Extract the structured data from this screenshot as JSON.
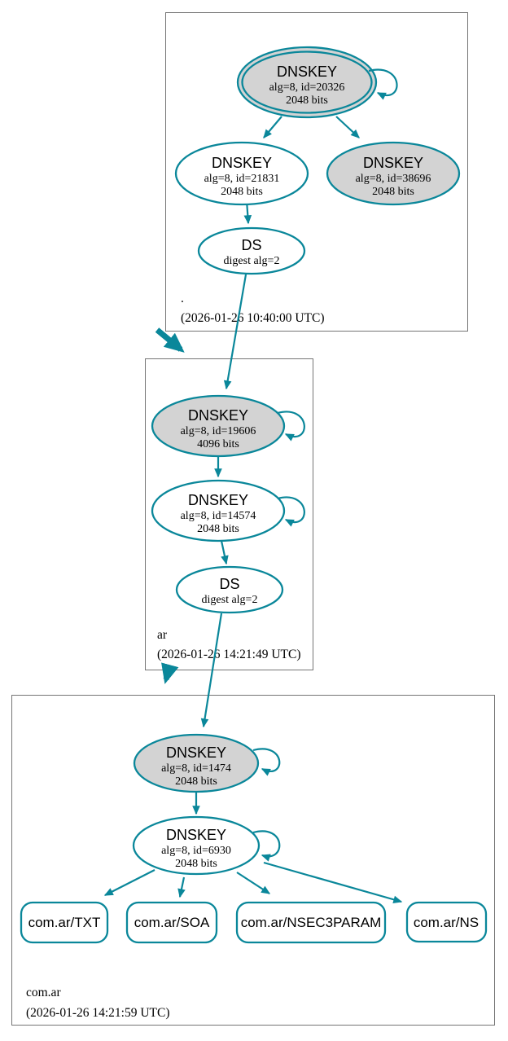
{
  "colors": {
    "secure_teal": "#0a879a",
    "ksk_fill": "#d3d3d3",
    "node_fill": "#ffffff",
    "zone_border": "#757575",
    "text": "#000000"
  },
  "zones": [
    {
      "name": ".",
      "timestamp": "(2026-01-26 10:40:00 UTC)",
      "nodes": {
        "ksk": {
          "label": "DNSKEY",
          "detail": "alg=8, id=20326",
          "bits": "2048 bits"
        },
        "zsk": {
          "label": "DNSKEY",
          "detail": "alg=8, id=21831",
          "bits": "2048 bits"
        },
        "ksk2": {
          "label": "DNSKEY",
          "detail": "alg=8, id=38696",
          "bits": "2048 bits"
        },
        "ds": {
          "label": "DS",
          "detail": "digest alg=2"
        }
      }
    },
    {
      "name": "ar",
      "timestamp": "(2026-01-26 14:21:49 UTC)",
      "nodes": {
        "ksk": {
          "label": "DNSKEY",
          "detail": "alg=8, id=19606",
          "bits": "4096 bits"
        },
        "zsk": {
          "label": "DNSKEY",
          "detail": "alg=8, id=14574",
          "bits": "2048 bits"
        },
        "ds": {
          "label": "DS",
          "detail": "digest alg=2"
        }
      }
    },
    {
      "name": "com.ar",
      "timestamp": "(2026-01-26 14:21:59 UTC)",
      "nodes": {
        "ksk": {
          "label": "DNSKEY",
          "detail": "alg=8, id=1474",
          "bits": "2048 bits"
        },
        "zsk": {
          "label": "DNSKEY",
          "detail": "alg=8, id=6930",
          "bits": "2048 bits"
        }
      },
      "rrsets": [
        {
          "label": "com.ar/TXT"
        },
        {
          "label": "com.ar/SOA"
        },
        {
          "label": "com.ar/NSEC3PARAM"
        },
        {
          "label": "com.ar/NS"
        }
      ]
    }
  ]
}
